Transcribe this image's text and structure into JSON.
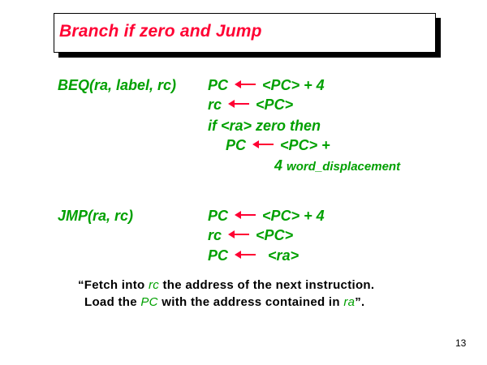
{
  "slide": {
    "title": "Branch if zero and Jump",
    "page_number": "13",
    "colors": {
      "title": "#ff0033",
      "code": "#00a000",
      "arrow": "#ff0033",
      "text": "#000000"
    }
  },
  "beq": {
    "signature": "BEQ(ra, label, rc)",
    "lines": [
      {
        "lhs": "PC",
        "rhs": "<PC> + 4"
      },
      {
        "lhs": "rc",
        "rhs": "<PC>"
      },
      {
        "text": "if <ra> zero then"
      },
      {
        "lhs": "PC",
        "rhs": "<PC> +"
      }
    ],
    "continuation_num": "4",
    "continuation_text": "word_displacement"
  },
  "jmp": {
    "signature": "JMP(ra, rc)",
    "lines": [
      {
        "lhs": "PC",
        "rhs": "<PC> + 4"
      },
      {
        "lhs": "rc",
        "rhs": "<PC>"
      },
      {
        "lhs": "PC",
        "rhs": "<ra>"
      }
    ]
  },
  "note": {
    "line1": {
      "pre": "“Fetch into ",
      "hl": "rc",
      "post": " the address of the next instruction."
    },
    "line2": {
      "pre": "Load the ",
      "hl1": "PC",
      "mid": " with the address contained in ",
      "hl2": "ra",
      "post": "”."
    }
  },
  "icons": {
    "assign_arrow": "left-arrow-icon"
  }
}
